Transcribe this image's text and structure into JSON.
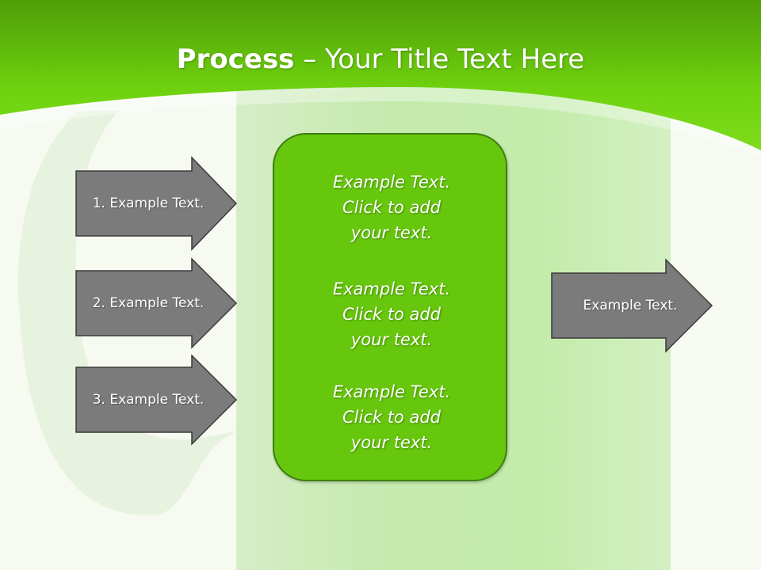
{
  "title": {
    "bold": "Process",
    "rest": " – Your Title Text Here"
  },
  "inputs": [
    {
      "label": "1. Example Text."
    },
    {
      "label": "2. Example Text."
    },
    {
      "label": "3. Example Text."
    }
  ],
  "center": {
    "paragraphs": [
      {
        "line1": "Example Text.",
        "line2": "Click  to add",
        "line3": "your text."
      },
      {
        "line1": "Example Text.",
        "line2": "Click  to add",
        "line3": "your text."
      },
      {
        "line1": "Example Text.",
        "line2": "Click  to add",
        "line3": "your text."
      }
    ]
  },
  "output": {
    "label": "Example Text."
  },
  "colors": {
    "header": "#6fd20f",
    "box": "#66c70c",
    "arrow": "#7b7b7b"
  }
}
